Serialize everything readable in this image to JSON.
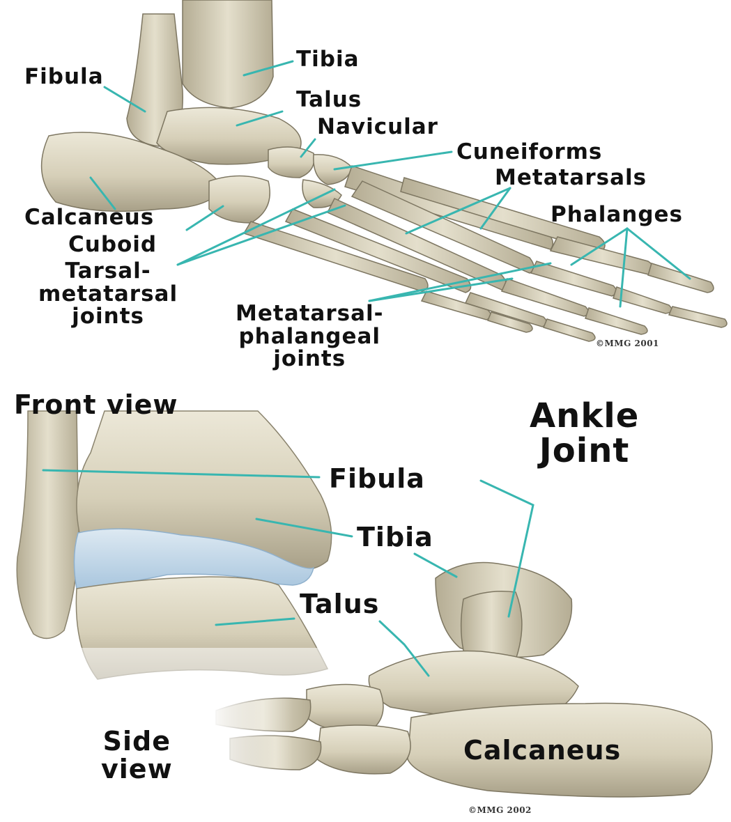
{
  "top_panel": {
    "labels": {
      "tibia": "Tibia",
      "fibula": "Fibula",
      "talus": "Talus",
      "navicular": "Navicular",
      "cuneiforms": "Cuneiforms",
      "metatarsals": "Metatarsals",
      "phalanges": "Phalanges",
      "calcaneus": "Calcaneus",
      "cuboid": "Cuboid",
      "tarsal_metatarsal_joints": "Tarsal-\nmetatarsal\njoints",
      "metatarsal_phalangeal_joints": "Metatarsal-\nphalangeal\njoints"
    },
    "copyright": "©MMG 2001"
  },
  "bottom_panel": {
    "front_view": "Front view",
    "title": "Ankle\nJoint",
    "labels": {
      "fibula": "Fibula",
      "tibia": "Tibia",
      "talus": "Talus",
      "calcaneus": "Calcaneus"
    },
    "side_view": "Side\nview",
    "copyright": "©MMG 2002"
  },
  "colors": {
    "bone": "#d9d3bd",
    "bone_shadow": "#a8a088",
    "bone_highlight": "#ece8d8",
    "cartilage": "#b9d2e6",
    "leader_line": "#38b6b0",
    "text": "#111111"
  }
}
